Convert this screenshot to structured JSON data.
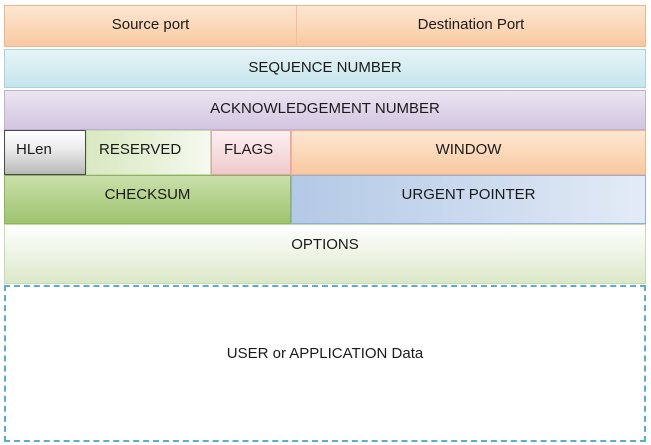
{
  "header_fields": {
    "source_port": "Source port",
    "destination_port": "Destination Port",
    "sequence_number": "SEQUENCE NUMBER",
    "acknowledgement_number": "ACKNOWLEDGEMENT NUMBER",
    "hlen": "HLen",
    "reserved": "RESERVED",
    "flags": "FLAGS",
    "window": "WINDOW",
    "checksum": "CHECKSUM",
    "urgent_pointer": "URGENT POINTER",
    "options": "OPTIONS"
  },
  "payload": {
    "label": "USER or APPLICATION Data"
  },
  "colors": {
    "peach": "#fbd7b7",
    "light_blue": "#d4ecf1",
    "lavender": "#ddd3e8",
    "gray": "#b9b9b9",
    "light_green": "#e6f0d6",
    "pink": "#f5dadc",
    "green": "#b6d38f",
    "steel_blue": "#cad9ee",
    "dashed_border": "#5aaec6"
  }
}
